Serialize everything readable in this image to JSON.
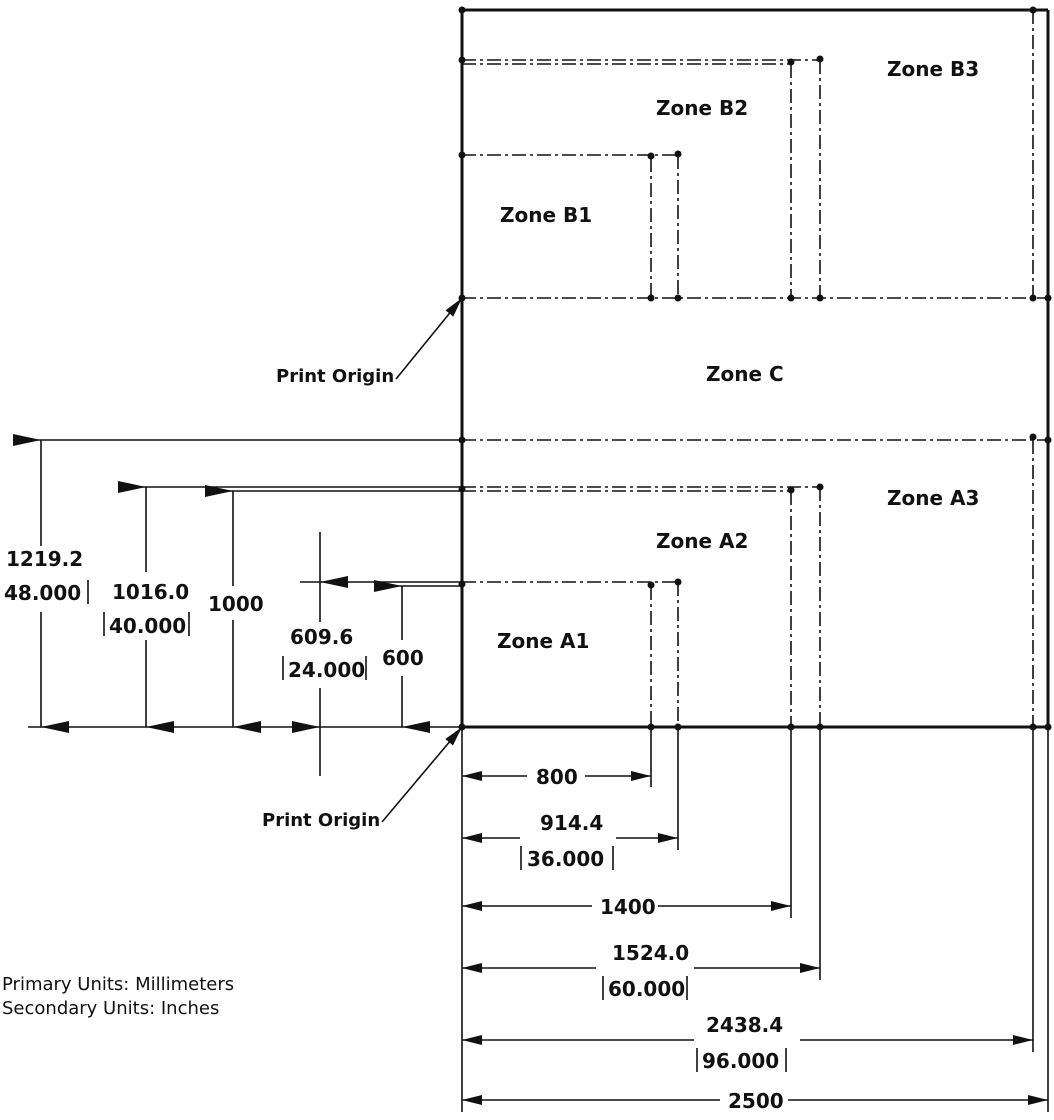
{
  "zones": {
    "b3": "Zone B3",
    "b2": "Zone B2",
    "b1": "Zone B1",
    "c": "Zone C",
    "a3": "Zone A3",
    "a2": "Zone A2",
    "a1": "Zone A1"
  },
  "origin_labels": {
    "upper": "Print Origin",
    "lower": "Print Origin"
  },
  "vertical_dims": {
    "d1219": {
      "primary": "1219.2",
      "secondary": "48.000"
    },
    "d1016": {
      "primary": "1016.0",
      "secondary": "40.000"
    },
    "d1000": {
      "primary": "1000"
    },
    "d609": {
      "primary": "609.6",
      "secondary": "24.000"
    },
    "d600": {
      "primary": "600"
    }
  },
  "horizontal_dims": {
    "d800": {
      "primary": "800"
    },
    "d914": {
      "primary": "914.4",
      "secondary": "36.000"
    },
    "d1400": {
      "primary": "1400"
    },
    "d1524": {
      "primary": "1524.0",
      "secondary": "60.000"
    },
    "d2438": {
      "primary": "2438.4",
      "secondary": "96.000"
    },
    "d2500": {
      "primary": "2500"
    }
  },
  "units_note": {
    "primary": "Primary Units: Millimeters",
    "secondary": "Secondary Units: Inches"
  }
}
